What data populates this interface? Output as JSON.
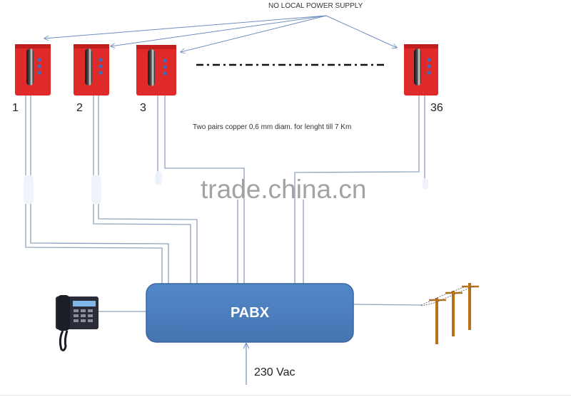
{
  "diagram": {
    "top_note": "NO LOCAL POWER SUPPLY",
    "separator_style": "dash-dot",
    "phones": [
      {
        "id": "1",
        "label": "1"
      },
      {
        "id": "2",
        "label": "2"
      },
      {
        "id": "3",
        "label": "3"
      },
      {
        "id": "36",
        "label": "36"
      }
    ],
    "cable_note": "Two pairs copper 0,6 mm diam. for lenght till 7 Km",
    "watermark": "trade.china.cn",
    "pabx_label": "PABX",
    "power_label": "230 Vac",
    "desk_phone": "desk-phone",
    "external_line": "telephone-poles",
    "colors": {
      "phone_red": "#e02a2a",
      "pabx_blue": "#4a7ec0",
      "pabx_border": "#3a66a0",
      "wire": "#8ea2bd",
      "arrow": "#6f8fc0",
      "pole": "#b8741a"
    }
  }
}
